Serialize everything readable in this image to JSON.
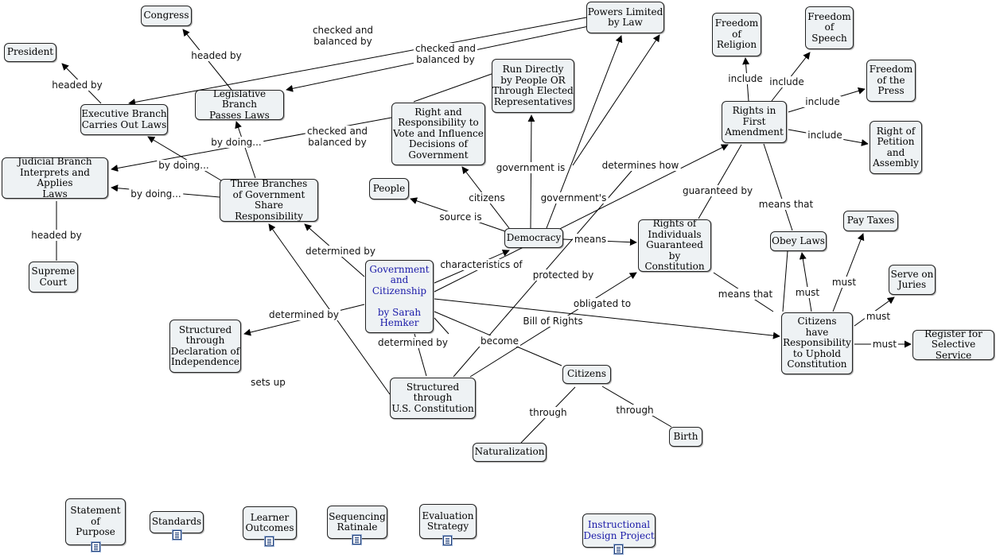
{
  "nodes": {
    "powers": "Powers Limited\nby Law",
    "congress": "Congress",
    "president": "President",
    "executive": "Executive Branch\nCarries Out Laws",
    "legislative": "Legislative Branch\nPasses Laws",
    "judicial": "Judicial Branch\nInterprets and Applies\nLaws",
    "supreme": "Supreme\nCourt",
    "three": "Three Branches\nof Government\nShare Responsibility",
    "right_vote": "Right and\nResponsibility to\nVote and Influence\nDecisions of\nGovernment",
    "run_directly": "Run Directly\nby People OR\nThrough Elected\nRepresentatives",
    "people": "People",
    "democracy": "Democracy",
    "rights_individuals": "Rights of\nIndividuals\nGuaranteed by\nConstitution",
    "rights_first": "Rights in\nFirst\nAmendment",
    "religion": "Freedom\nof\nReligion",
    "speech": "Freedom\nof\nSpeech",
    "press": "Freedom\nof the\nPress",
    "petition": "Right of\nPetition\nand\nAssembly",
    "obey": "Obey Laws",
    "pay_taxes": "Pay Taxes",
    "juries": "Serve on\nJuries",
    "selective": "Register for\nSelective Service",
    "citizens_resp": "Citizens\nhave\nResponsibility\nto Uphold\nConstitution",
    "main": "Government\nand\nCitizenship\n\nby Sarah\nHemker",
    "declaration": "Structured\nthrough\nDeclaration of\nIndependence",
    "constitution": "Structured\nthrough\nU.S. Constitution",
    "citizens": "Citizens",
    "naturalization": "Naturalization",
    "birth": "Birth",
    "statement": "Statement\nof\nPurpose",
    "standards": "Standards",
    "learner": "Learner\nOutcomes",
    "sequencing": "Sequencing\nRatinale",
    "evaluation": "Evaluation\nStrategy",
    "instructional": "Instructional\nDesign Project"
  },
  "link_labels": {
    "checked_balanced_1": "checked and\nbalanced by",
    "checked_balanced_2": "checked and\nbalanced by",
    "checked_balanced_3": "checked and\nbalanced by",
    "headed_by_congress": "headed by",
    "headed_by_president": "headed by",
    "headed_by_supreme": "headed by",
    "by_doing_leg": "by doing...",
    "by_doing_exec": "by doing...",
    "by_doing_jud": "by doing...",
    "determined_by_three": "determined by",
    "determined_by_decl": "determined by",
    "determined_by_const": "determined by",
    "characteristics_of": "characteristics of",
    "protected_by": "protected by",
    "obligated_to": "obligated to",
    "bill_of_rights": "Bill of Rights",
    "become": "become",
    "sets_up": "sets up",
    "through_nat": "through",
    "through_birth": "through",
    "citizens_lbl": "citizens",
    "source_is": "source is",
    "government_is": "government is",
    "governments": "government's",
    "determines_how": "determines how",
    "means": "means",
    "guaranteed_by": "guaranteed by",
    "means_that_obey": "means that",
    "means_that_citizens": "means that",
    "include_religion": "include",
    "include_speech": "include",
    "include_press": "include",
    "include_petition": "include",
    "must_obey": "must",
    "must_taxes": "must",
    "must_juries": "must",
    "must_selective": "must"
  },
  "colors": {
    "node_fill": "#eef2f4",
    "node_border": "#222222",
    "link": "#000000",
    "title_text": "#1a1aa8"
  },
  "resource_icons": [
    "document-icon"
  ]
}
